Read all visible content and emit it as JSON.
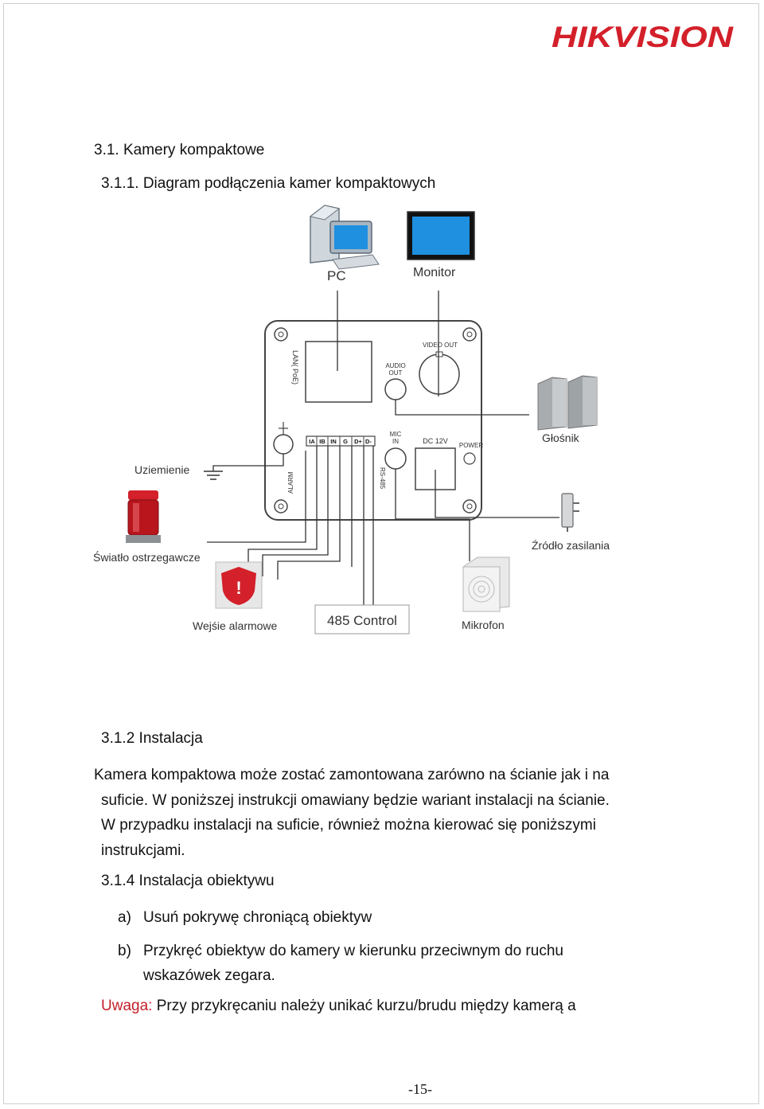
{
  "header": {
    "brand_logo": "HIKVISION",
    "brand_color": "#d3202a"
  },
  "sections": {
    "title": "3.1. Kamery kompaktowe",
    "subtitle": "3.1.1. Diagram podłączenia kamer kompaktowych",
    "installation_heading": "3.1.2 Instalacja",
    "installation_lines": [
      "Kamera kompaktowa może zostać zamontowana zarówno na ścianie jak i na",
      "suficie. W poniższej instrukcji omawiany będzie wariant instalacji na ścianie.",
      "W przypadku instalacji na suficie, również można kierować się poniższymi",
      "instrukcjami."
    ],
    "lens_heading": "3.1.4 Instalacja obiektywu",
    "lens_steps": [
      {
        "marker": "a)",
        "lines": [
          "Usuń pokrywę chroniącą obiektyw"
        ]
      },
      {
        "marker": "b)",
        "lines": [
          "Przykręć obiektyw do kamery w kierunku przeciwnym do ruchu",
          "wskazówek zegara."
        ]
      }
    ],
    "note_label": "Uwaga:",
    "note_text": " Przy przykręcaniu należy unikać kurzu/brudu między kamerą a",
    "note_color": "#c0202a"
  },
  "diagram": {
    "labels": {
      "pc": "PC",
      "monitor": "Monitor",
      "speaker": "Głośnik",
      "ground": "Uziemienie",
      "power_source": "Źródło zasilania",
      "warning_light": "Światło ostrzegawcze",
      "alarm_input": "Wejśie alarmowe",
      "rs485_control": "485 Control",
      "microphone": "Mikrofon"
    },
    "panel_labels": {
      "lan": "LAN( PoE)",
      "audio_out": [
        "AUDIO",
        "OUT"
      ],
      "video_out": "VIDEO OUT",
      "mic_in": [
        "MIC",
        "IN"
      ],
      "dc12v": "DC 12V",
      "power": "POWER",
      "alarm": "ALARM",
      "rs485": "RS-485",
      "terminals": [
        "IA",
        "IB",
        "IN",
        "G",
        "D+",
        "D-"
      ]
    },
    "icons": [
      "pc-icon",
      "monitor-icon",
      "speaker-icon",
      "ground-icon",
      "power-adapter-icon",
      "warning-light-icon",
      "alarm-shield-icon",
      "microphone-icon"
    ]
  },
  "footer": {
    "page_number": "-15-"
  }
}
